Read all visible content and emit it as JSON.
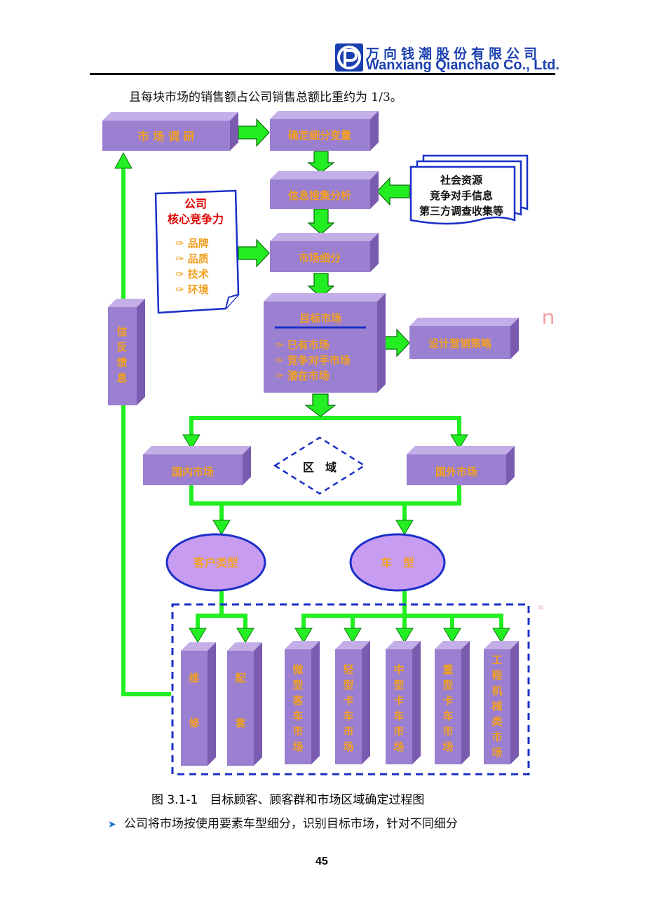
{
  "header": {
    "company_cn": "万向钱潮股份有限公司",
    "company_en": "Wanxiang Qianchao Co., Ltd."
  },
  "intro_text": "且每块市场的销售额占公司销售总额比重约为 1/3。",
  "diagram": {
    "market_research": "市 场 调 研",
    "segment_vars": "确定细分变量",
    "info_analysis": "信息搜集分析",
    "sources": [
      "社会资源",
      "竞争对手信息",
      "第三方调查收集等"
    ],
    "core_title_1": "公司",
    "core_title_2": "核心竞争力",
    "core_items": [
      "品牌",
      "品质",
      "技术",
      "环境"
    ],
    "market_segment": "市场细分",
    "target_market": "目标市场",
    "target_items": [
      "已有市场",
      "竞争对手市场",
      "潜在市场"
    ],
    "marketing_strategy": "设计营销策略",
    "feedback": [
      "信",
      "反",
      "馈",
      "息"
    ],
    "region": "区　域",
    "domestic": "国内市场",
    "foreign": "国外市场",
    "customer_type": "客户类型",
    "vehicle_type": "车　型",
    "repair": [
      "维",
      "修"
    ],
    "oem": [
      "配",
      "套"
    ],
    "micro": [
      "微",
      "型",
      "客",
      "车",
      "市",
      "场"
    ],
    "light": [
      "轻",
      "型",
      "卡",
      "车",
      "市",
      "场"
    ],
    "medium": [
      "中",
      "型",
      "卡",
      "车",
      "市",
      "场"
    ],
    "heavy": [
      "重",
      "型",
      "卡",
      "车",
      "市",
      "场"
    ],
    "construction": [
      "工",
      "程",
      "机",
      "械",
      "类",
      "市",
      "场"
    ],
    "stray_mark_1": "ｎ",
    "stray_mark_2": "。"
  },
  "caption": "图 3.1-1　目标顾客、顾客群和市场区域确定过程图",
  "bullet_text": "公司将市场按使用要素车型细分，识别目标市场，针对不同细分",
  "page_number": "45",
  "colors": {
    "box_front": "#9b7fd0",
    "box_side": "#7a5bb0",
    "box_top": "#c3aee8",
    "box_text": "#f2a020",
    "arrow": "#22ee22",
    "header_blue": "#1a3fb0",
    "dashed": "#1a2fc8",
    "red": "#e00000",
    "ellipse": "#c89cf0"
  }
}
